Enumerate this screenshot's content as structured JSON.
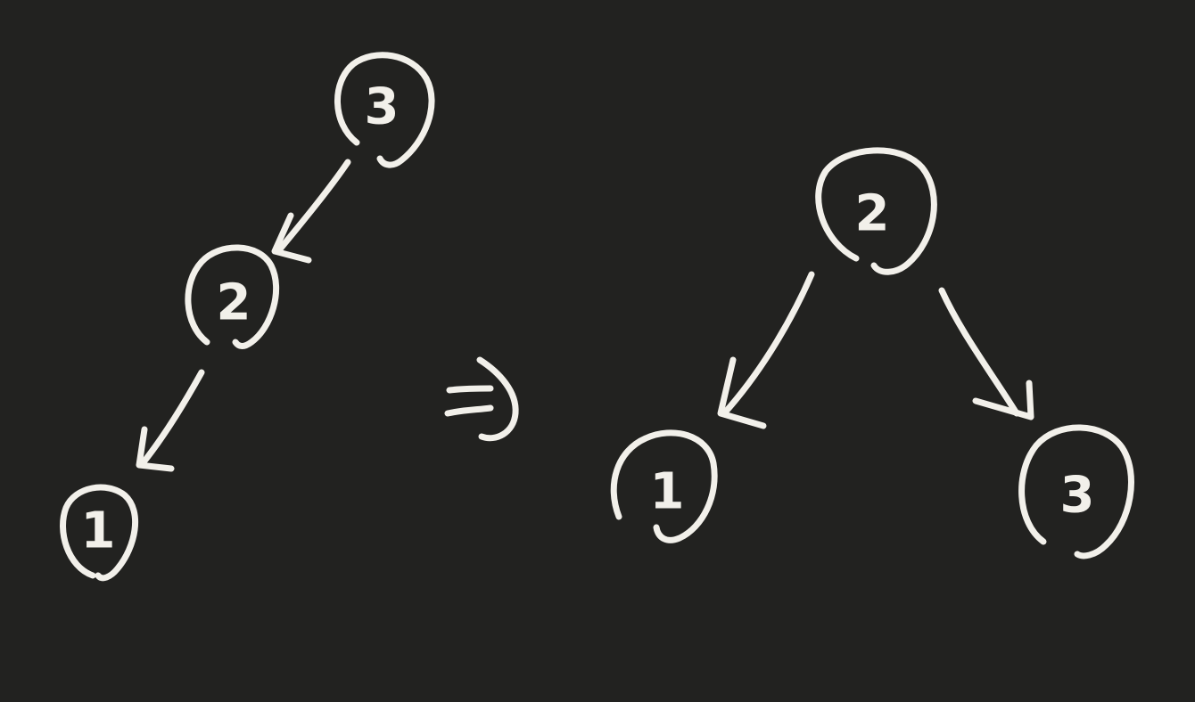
{
  "background": "#222220",
  "ink": "#f2f0ea",
  "before_tree": {
    "nodes": [
      {
        "id": "b3",
        "label": "3"
      },
      {
        "id": "b2",
        "label": "2"
      },
      {
        "id": "b1",
        "label": "1"
      }
    ],
    "edges": [
      {
        "from": "3",
        "to": "2"
      },
      {
        "from": "2",
        "to": "1"
      }
    ]
  },
  "transform_symbol": "implies-arrow",
  "after_tree": {
    "nodes": [
      {
        "id": "a2",
        "label": "2"
      },
      {
        "id": "a1",
        "label": "1"
      },
      {
        "id": "a3",
        "label": "3"
      }
    ],
    "edges": [
      {
        "from": "2",
        "to": "1"
      },
      {
        "from": "2",
        "to": "3"
      }
    ]
  }
}
